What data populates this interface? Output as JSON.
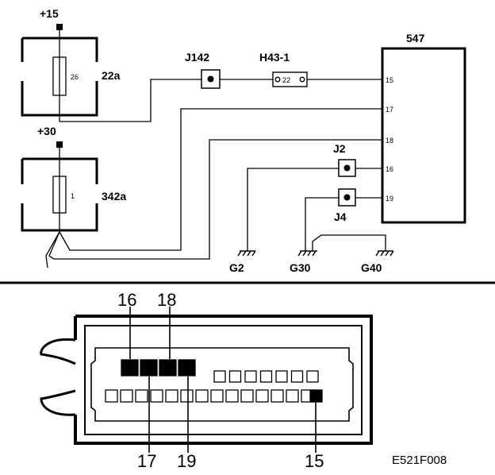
{
  "supplies": {
    "plus15": "+15",
    "plus30": "+30"
  },
  "fuses": {
    "f22a": {
      "label": "22a",
      "number": "26"
    },
    "f342a": {
      "label": "342a",
      "number": "1"
    }
  },
  "connectors": {
    "j142": "J142",
    "h43_1": "H43-1",
    "h43_1_pin": "22",
    "j2": "J2",
    "j4": "J4"
  },
  "module": {
    "label": "547",
    "pins": [
      "15",
      "17",
      "18",
      "16",
      "19"
    ]
  },
  "grounds": [
    "G2",
    "G30",
    "G40"
  ],
  "connector_view": {
    "top_labels": [
      "16",
      "18"
    ],
    "bottom_labels": [
      "17",
      "19",
      "15"
    ]
  },
  "figure_code": "E521F008"
}
